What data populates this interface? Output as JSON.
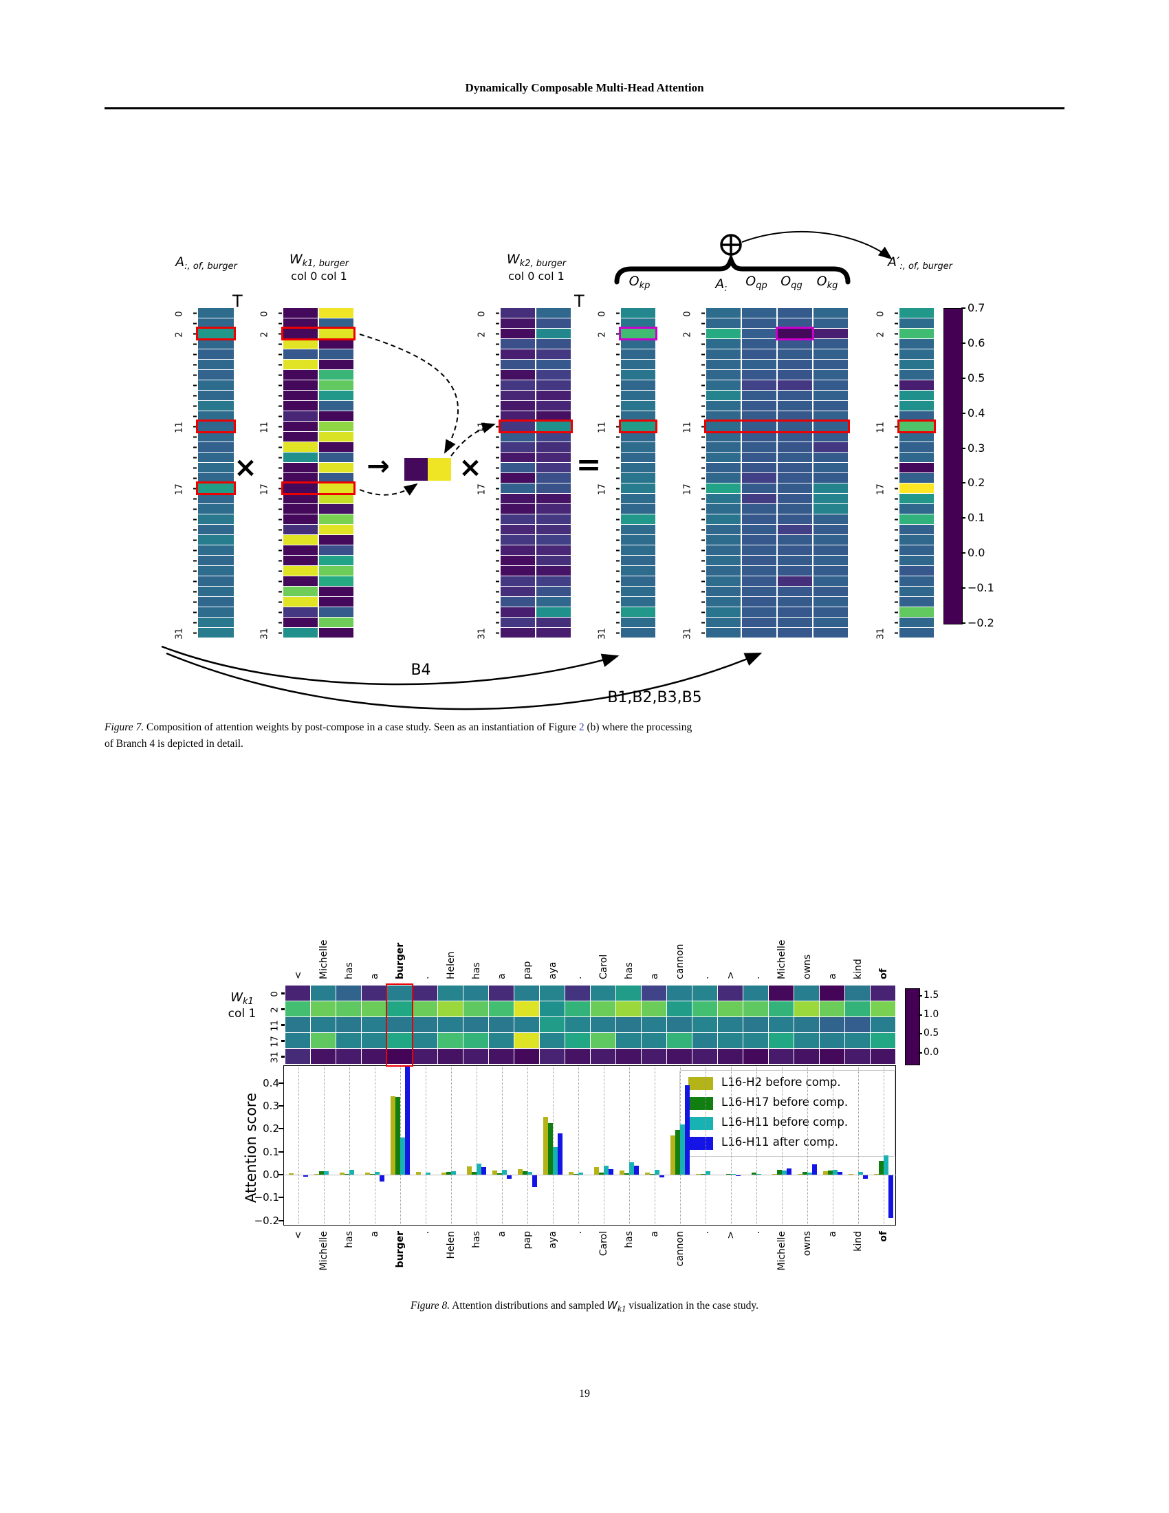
{
  "page": {
    "title": "Dynamically Composable Multi-Head Attention",
    "page_number": "19"
  },
  "figure7": {
    "labels": {
      "A": {
        "base": "A",
        "sub": ":, of, burger"
      },
      "Wk1": {
        "base": "W",
        "sub": "k1, burger"
      },
      "Wk1_cols": "col 0 col 1",
      "Wk2": {
        "base": "W",
        "sub": "k2, burger"
      },
      "Wk2_cols": "col 0 col 1",
      "Okp": {
        "base": "O",
        "sub": "kp"
      },
      "Acolon": {
        "base": "A",
        "sub": ":"
      },
      "Oqp": {
        "base": "O",
        "sub": "qp"
      },
      "Oqg": {
        "base": "O",
        "sub": "qg"
      },
      "Okg": {
        "base": "O",
        "sub": "kg"
      },
      "Aprime": {
        "base": "A′",
        "sub": ":, of, burger"
      },
      "transpose": "T"
    },
    "operators": {
      "times": "×",
      "arrow": "→",
      "equals": "="
    },
    "branch_arrow_labels": {
      "b4": "B4",
      "others": "B1,B2,B3,B5"
    },
    "row_tick_labels": [
      "0",
      "2",
      "11",
      "17",
      "31"
    ],
    "row_tick_rows": [
      0,
      2,
      11,
      17,
      31
    ],
    "colorbar": {
      "vmin": -0.2,
      "vmax": 0.7,
      "tick_labels": [
        "0.7",
        "0.6",
        "0.5",
        "0.4",
        "0.3",
        "0.2",
        "0.1",
        "0.0",
        "−0.1",
        "−0.2"
      ],
      "tick_values": [
        0.7,
        0.6,
        0.5,
        0.4,
        0.3,
        0.2,
        0.1,
        0.0,
        -0.1,
        -0.2
      ]
    },
    "caption": {
      "prefix": "Figure 7.",
      "text_before_link": "Composition of attention weights by post-compose in a case study. Seen as an instantiation of Figure",
      "link": "2",
      "text_after_link": "(b) where the processing",
      "line2": "of Branch 4 is depicted in detail.",
      "link_color": "#3344bb"
    }
  },
  "figure8": {
    "left_label": {
      "base": "W",
      "sub": "k1",
      "line2": "col 1"
    },
    "ylabel": "Attention score",
    "colorbar": {
      "vmin": -0.3,
      "vmax": 1.7,
      "tick_labels": [
        "1.5",
        "1.0",
        "0.5",
        "0.0"
      ],
      "tick_values": [
        1.5,
        1.0,
        0.5,
        0.0
      ]
    },
    "caption": {
      "prefix": "Figure 8.",
      "text": "Attention distributions and sampled",
      "wlabel_base": "W",
      "wlabel_sub": "k1",
      "text2": "visualization in the case study."
    }
  },
  "chart_data": [
    {
      "id": "fig7_A",
      "type": "heatmap",
      "vmin": -0.2,
      "vmax": 0.7,
      "highlight_rows_red": [
        2,
        11,
        17
      ],
      "values": [
        [
          0.12
        ],
        [
          0.1
        ],
        [
          0.28
        ],
        [
          0.1
        ],
        [
          0.08
        ],
        [
          0.1
        ],
        [
          0.09
        ],
        [
          0.12
        ],
        [
          0.1
        ],
        [
          0.16
        ],
        [
          0.12
        ],
        [
          0.1
        ],
        [
          0.1
        ],
        [
          0.08
        ],
        [
          0.1
        ],
        [
          0.12
        ],
        [
          0.1
        ],
        [
          0.3
        ],
        [
          0.1
        ],
        [
          0.12
        ],
        [
          0.16
        ],
        [
          0.1
        ],
        [
          0.18
        ],
        [
          0.12
        ],
        [
          0.1
        ],
        [
          0.12
        ],
        [
          0.1
        ],
        [
          0.12
        ],
        [
          0.1
        ],
        [
          0.12
        ],
        [
          0.16
        ],
        [
          0.18
        ]
      ]
    },
    {
      "id": "fig7_Wk1",
      "type": "heatmap",
      "vmin": -0.2,
      "vmax": 0.7,
      "columns": [
        "col 0",
        "col 1"
      ],
      "highlight_rows_red": [
        2,
        17
      ],
      "values": [
        [
          -0.18,
          0.68
        ],
        [
          -0.18,
          0.08
        ],
        [
          -0.18,
          0.66
        ],
        [
          0.66,
          -0.18
        ],
        [
          0.05,
          0.06
        ],
        [
          0.66,
          -0.18
        ],
        [
          -0.18,
          0.4
        ],
        [
          -0.18,
          0.48
        ],
        [
          -0.18,
          0.28
        ],
        [
          -0.18,
          0.08
        ],
        [
          -0.1,
          -0.18
        ],
        [
          -0.18,
          0.55
        ],
        [
          -0.18,
          0.65
        ],
        [
          0.66,
          -0.18
        ],
        [
          0.25,
          0.06
        ],
        [
          -0.18,
          0.66
        ],
        [
          -0.18,
          0.05
        ],
        [
          -0.18,
          0.66
        ],
        [
          -0.18,
          0.62
        ],
        [
          -0.18,
          -0.15
        ],
        [
          -0.18,
          0.52
        ],
        [
          -0.08,
          0.66
        ],
        [
          0.66,
          -0.18
        ],
        [
          -0.18,
          0.02
        ],
        [
          -0.18,
          0.32
        ],
        [
          0.66,
          0.5
        ],
        [
          -0.18,
          0.35
        ],
        [
          0.5,
          -0.18
        ],
        [
          0.66,
          -0.18
        ],
        [
          -0.05,
          0.06
        ],
        [
          -0.18,
          0.5
        ],
        [
          0.25,
          -0.18
        ]
      ]
    },
    {
      "id": "fig7_mini",
      "type": "heatmap",
      "vmin": -0.2,
      "vmax": 0.7,
      "values": [
        [
          -0.18,
          0.68
        ]
      ]
    },
    {
      "id": "fig7_Wk2",
      "type": "heatmap",
      "vmin": -0.2,
      "vmax": 0.7,
      "columns": [
        "col 0",
        "col 1"
      ],
      "highlight_rows_red": [
        11
      ],
      "values": [
        [
          -0.08,
          0.1
        ],
        [
          -0.15,
          0.03
        ],
        [
          -0.17,
          0.22
        ],
        [
          0.02,
          0.03
        ],
        [
          -0.12,
          -0.05
        ],
        [
          0.03,
          0.05
        ],
        [
          -0.16,
          -0.03
        ],
        [
          -0.05,
          -0.05
        ],
        [
          -0.1,
          -0.12
        ],
        [
          -0.14,
          -0.1
        ],
        [
          -0.12,
          -0.16
        ],
        [
          -0.05,
          0.25
        ],
        [
          0.06,
          -0.02
        ],
        [
          -0.05,
          -0.08
        ],
        [
          -0.14,
          -0.1
        ],
        [
          0.05,
          -0.05
        ],
        [
          -0.17,
          0.02
        ],
        [
          0.08,
          0.03
        ],
        [
          -0.15,
          -0.15
        ],
        [
          -0.16,
          -0.1
        ],
        [
          -0.05,
          -0.05
        ],
        [
          -0.1,
          -0.08
        ],
        [
          -0.05,
          -0.03
        ],
        [
          -0.12,
          -0.1
        ],
        [
          -0.17,
          -0.08
        ],
        [
          -0.17,
          -0.15
        ],
        [
          -0.05,
          -0.03
        ],
        [
          -0.08,
          0.03
        ],
        [
          0.03,
          0.1
        ],
        [
          -0.12,
          0.25
        ],
        [
          -0.05,
          -0.08
        ],
        [
          -0.14,
          -0.12
        ]
      ]
    },
    {
      "id": "fig7_Okp",
      "type": "heatmap",
      "vmin": -0.2,
      "vmax": 0.7,
      "highlight_rows_red": [
        11
      ],
      "highlight_rows_magenta": [
        2
      ],
      "values": [
        [
          0.22
        ],
        [
          0.15
        ],
        [
          0.42
        ],
        [
          0.12
        ],
        [
          0.1
        ],
        [
          0.12
        ],
        [
          0.15
        ],
        [
          0.1
        ],
        [
          0.12
        ],
        [
          0.15
        ],
        [
          0.12
        ],
        [
          0.3
        ],
        [
          0.1
        ],
        [
          0.12
        ],
        [
          0.1
        ],
        [
          0.12
        ],
        [
          0.15
        ],
        [
          0.18
        ],
        [
          0.12
        ],
        [
          0.1
        ],
        [
          0.28
        ],
        [
          0.12
        ],
        [
          0.12
        ],
        [
          0.12
        ],
        [
          0.1
        ],
        [
          0.12
        ],
        [
          0.1
        ],
        [
          0.12
        ],
        [
          0.12
        ],
        [
          0.28
        ],
        [
          0.12
        ],
        [
          0.1
        ]
      ]
    },
    {
      "id": "fig7_branches",
      "type": "heatmap",
      "vmin": -0.2,
      "vmax": 0.7,
      "columns": [
        "A:",
        "Oqp",
        "Oqg",
        "Okg"
      ],
      "highlight_rows_red": [
        11
      ],
      "highlight_cells_magenta": [
        [
          2,
          2
        ]
      ],
      "values": [
        [
          0.12,
          0.08,
          0.06,
          0.1
        ],
        [
          0.1,
          0.06,
          0.05,
          0.08
        ],
        [
          0.35,
          0.07,
          -0.18,
          -0.12
        ],
        [
          0.12,
          0.06,
          0.05,
          0.06
        ],
        [
          0.1,
          0.05,
          0.06,
          0.08
        ],
        [
          0.1,
          0.08,
          0.05,
          0.06
        ],
        [
          0.1,
          0.05,
          0.04,
          0.08
        ],
        [
          0.12,
          -0.02,
          -0.05,
          0.06
        ],
        [
          0.2,
          0.06,
          0.05,
          0.08
        ],
        [
          0.12,
          0.05,
          0.06,
          0.06
        ],
        [
          0.1,
          0.06,
          0.05,
          0.08
        ],
        [
          0.12,
          0.06,
          0.06,
          0.08
        ],
        [
          0.1,
          0.05,
          0.05,
          0.06
        ],
        [
          0.1,
          0.06,
          0.04,
          -0.05
        ],
        [
          0.12,
          0.05,
          0.06,
          0.06
        ],
        [
          0.08,
          0.04,
          0.05,
          0.08
        ],
        [
          0.1,
          -0.03,
          0.05,
          0.06
        ],
        [
          0.32,
          0.06,
          0.06,
          0.2
        ],
        [
          0.15,
          -0.04,
          0.05,
          0.2
        ],
        [
          0.12,
          0.06,
          0.06,
          0.2
        ],
        [
          0.15,
          0.05,
          0.05,
          0.08
        ],
        [
          0.1,
          0.06,
          -0.03,
          0.06
        ],
        [
          0.12,
          0.05,
          0.06,
          0.08
        ],
        [
          0.1,
          0.06,
          0.05,
          0.06
        ],
        [
          0.12,
          0.05,
          0.06,
          0.08
        ],
        [
          0.1,
          0.06,
          0.05,
          0.06
        ],
        [
          0.12,
          0.05,
          -0.08,
          0.08
        ],
        [
          0.1,
          0.06,
          0.05,
          0.06
        ],
        [
          0.12,
          0.05,
          0.06,
          0.08
        ],
        [
          0.15,
          0.06,
          0.05,
          0.06
        ],
        [
          0.12,
          0.05,
          0.06,
          0.08
        ],
        [
          0.1,
          0.06,
          0.05,
          0.06
        ]
      ]
    },
    {
      "id": "fig7_Aprime",
      "type": "heatmap",
      "vmin": -0.2,
      "vmax": 0.7,
      "highlight_rows_red": [
        11
      ],
      "values": [
        [
          0.28
        ],
        [
          0.12
        ],
        [
          0.42
        ],
        [
          0.1
        ],
        [
          0.12
        ],
        [
          0.15
        ],
        [
          0.1
        ],
        [
          -0.12
        ],
        [
          0.25
        ],
        [
          0.25
        ],
        [
          0.08
        ],
        [
          0.45
        ],
        [
          0.1
        ],
        [
          0.08
        ],
        [
          0.1
        ],
        [
          -0.18
        ],
        [
          0.08
        ],
        [
          0.7
        ],
        [
          0.28
        ],
        [
          0.1
        ],
        [
          0.38
        ],
        [
          0.08
        ],
        [
          0.1
        ],
        [
          0.08
        ],
        [
          0.1
        ],
        [
          0.05
        ],
        [
          0.08
        ],
        [
          0.1
        ],
        [
          0.08
        ],
        [
          0.48
        ],
        [
          0.1
        ],
        [
          0.08
        ]
      ]
    },
    {
      "id": "fig8_heatmap",
      "type": "heatmap",
      "vmin": -0.3,
      "vmax": 1.7,
      "row_labels": [
        "0",
        "2",
        "11",
        "17",
        "31"
      ],
      "col_labels": [
        "<",
        "Michelle",
        "has",
        "a",
        "burger",
        ".",
        "Helen",
        "has",
        "a",
        "pap",
        "aya",
        ".",
        "Carol",
        "has",
        "a",
        "cannon",
        ".",
        ">",
        ".",
        "Michelle",
        "owns",
        "a",
        "kind",
        "of"
      ],
      "bold_cols": [
        4,
        23
      ],
      "highlight_cols_red": [
        4
      ],
      "values": [
        [
          -0.1,
          0.55,
          0.35,
          -0.05,
          0.55,
          -0.05,
          0.6,
          0.55,
          -0.05,
          0.55,
          0.6,
          0.0,
          0.6,
          0.8,
          0.1,
          0.55,
          0.6,
          -0.05,
          0.55,
          -0.25,
          0.55,
          -0.28,
          0.5,
          -0.1
        ],
        [
          1.1,
          1.25,
          1.2,
          1.25,
          0.9,
          1.25,
          1.4,
          1.2,
          1.1,
          1.6,
          0.7,
          1.0,
          1.25,
          1.4,
          1.25,
          0.8,
          1.1,
          1.25,
          1.2,
          1.0,
          1.4,
          1.25,
          1.0,
          1.3
        ],
        [
          0.5,
          0.55,
          0.5,
          0.55,
          0.5,
          0.5,
          0.55,
          0.5,
          0.5,
          0.55,
          0.8,
          0.6,
          0.55,
          0.5,
          0.55,
          0.5,
          0.6,
          0.55,
          0.5,
          0.55,
          0.5,
          0.35,
          0.3,
          0.55
        ],
        [
          0.55,
          1.2,
          0.6,
          0.6,
          0.9,
          0.6,
          1.1,
          1.0,
          0.6,
          1.6,
          0.6,
          0.9,
          1.2,
          0.6,
          0.6,
          1.0,
          0.55,
          0.6,
          0.6,
          0.9,
          0.6,
          0.55,
          0.6,
          0.9
        ],
        [
          -0.05,
          -0.2,
          -0.15,
          -0.2,
          -0.28,
          -0.15,
          -0.2,
          -0.15,
          -0.2,
          -0.25,
          -0.1,
          -0.2,
          -0.15,
          -0.2,
          -0.15,
          -0.2,
          -0.15,
          -0.2,
          -0.25,
          -0.15,
          -0.2,
          -0.25,
          -0.15,
          -0.2
        ]
      ]
    },
    {
      "id": "fig8_bars",
      "type": "bar",
      "categories": [
        "<",
        "Michelle",
        "has",
        "a",
        "burger",
        ".",
        "Helen",
        "has",
        "a",
        "pap",
        "aya",
        ".",
        "Carol",
        "has",
        "a",
        "cannon",
        ".",
        ">",
        ".",
        "Michelle",
        "owns",
        "a",
        "kind",
        "of"
      ],
      "bold_categories": [
        4,
        23
      ],
      "ylabel": "Attention score",
      "ylim": [
        -0.225,
        0.478
      ],
      "yticks": [
        0.4,
        0.3,
        0.2,
        0.1,
        0.0,
        -0.1,
        -0.2
      ],
      "ytick_labels": [
        "0.4",
        "0.3",
        "0.2",
        "0.1",
        "0.0",
        "−0.1",
        "−0.2"
      ],
      "legend_position": "upper right",
      "series": [
        {
          "name": "L16-H2 before comp.",
          "color": "#b4b418",
          "values": [
            0.005,
            0.002,
            0.008,
            0.008,
            0.343,
            0.012,
            0.008,
            0.037,
            0.018,
            0.025,
            0.253,
            0.013,
            0.033,
            0.018,
            0.008,
            0.17,
            0.002,
            -0.002,
            0.001,
            0.002,
            0.002,
            0.015,
            0.002,
            0.003
          ]
        },
        {
          "name": "L16-H17 before comp.",
          "color": "#107e10",
          "values": [
            0.0,
            0.015,
            0.002,
            0.003,
            0.34,
            -0.002,
            0.012,
            0.012,
            0.005,
            0.016,
            0.225,
            0.003,
            0.008,
            0.006,
            0.003,
            0.195,
            0.002,
            0.004,
            0.009,
            0.022,
            0.012,
            0.018,
            0.0,
            0.06
          ]
        },
        {
          "name": "L16-H11 before comp.",
          "color": "#18b2b2",
          "values": [
            -0.003,
            0.015,
            0.022,
            0.012,
            0.162,
            0.008,
            0.016,
            0.047,
            0.02,
            0.012,
            0.12,
            0.01,
            0.04,
            0.053,
            0.022,
            0.22,
            0.015,
            0.002,
            0.002,
            0.017,
            0.01,
            0.02,
            0.012,
            0.085
          ]
        },
        {
          "name": "L16-H11 after comp.",
          "color": "#1414e6",
          "values": [
            -0.01,
            0.0,
            -0.004,
            -0.03,
            0.47,
            -0.003,
            -0.002,
            0.034,
            -0.018,
            -0.053,
            0.18,
            -0.002,
            0.025,
            0.038,
            -0.012,
            0.39,
            -0.003,
            -0.006,
            -0.002,
            0.028,
            0.045,
            0.012,
            -0.018,
            -0.19
          ]
        }
      ]
    }
  ],
  "annotation_colors": {
    "highlight_red": "#ee0000",
    "highlight_magenta": "#cc00cc"
  }
}
